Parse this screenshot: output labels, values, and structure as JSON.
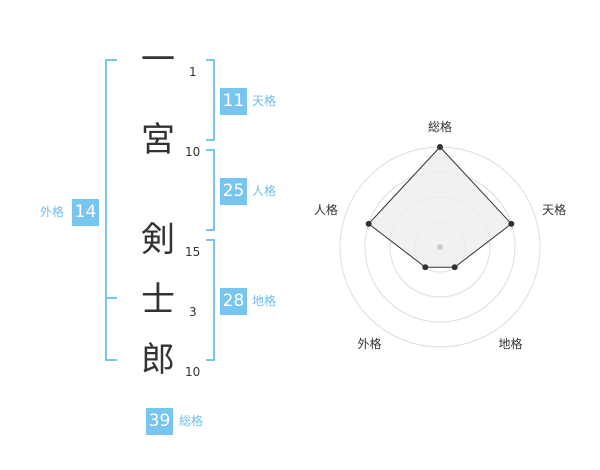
{
  "name": {
    "chars": [
      {
        "char": "一",
        "strokes": "1"
      },
      {
        "char": "宮",
        "strokes": "10"
      },
      {
        "char": "剣",
        "strokes": "15"
      },
      {
        "char": "士",
        "strokes": "3"
      },
      {
        "char": "郎",
        "strokes": "10"
      }
    ]
  },
  "kakusu": {
    "tenkaku": {
      "value": "11",
      "label": "天格"
    },
    "jinkaku": {
      "value": "25",
      "label": "人格"
    },
    "chikaku": {
      "value": "28",
      "label": "地格"
    },
    "gaikaku": {
      "value": "14",
      "label": "外格"
    },
    "soukaku": {
      "value": "39",
      "label": "総格"
    }
  },
  "radar": {
    "axes": [
      "総格",
      "天格",
      "地格",
      "外格",
      "人格"
    ],
    "values": [
      4,
      3,
      1,
      1,
      3
    ],
    "max": 4,
    "rings": 4,
    "colors": {
      "ring": "#dddddd",
      "fill": "#eeeeee",
      "line": "#333333",
      "point": "#333333",
      "center": "#cccccc"
    }
  },
  "colors": {
    "accent": "#78c5f0",
    "label": "#70bdea"
  }
}
